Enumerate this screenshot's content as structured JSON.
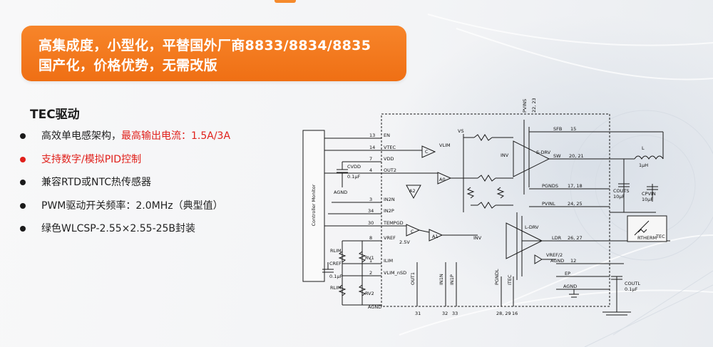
{
  "banner": {
    "line1": "高集成度，小型化，平替国外厂商8833/8834/8835",
    "line2": "国产化，价格优势，无需改版"
  },
  "section": {
    "title": "TEC驱动"
  },
  "bullets": [
    {
      "text": "高效单电感架构，",
      "highlight": "最高输出电流：1.5A/3A"
    },
    {
      "text": "支持数字/模拟PID控制"
    },
    {
      "text": "兼容RTD或NTC热传感器"
    },
    {
      "text": "PWM驱动开关频率：2.0MHz（典型值）"
    },
    {
      "text": "绿色WLCSP-2.55×2.55-25B封装"
    }
  ],
  "colors": {
    "accent": "#f07319",
    "highlight": "#e0201b"
  },
  "schematic": {
    "controller_label": "Controller Monitor",
    "left_pins": [
      {
        "num": "13",
        "name": "EN"
      },
      {
        "num": "14",
        "name": "VTEC"
      },
      {
        "num": "7",
        "name": "VDD"
      },
      {
        "num": "4",
        "name": "OUT2"
      },
      {
        "num": "3",
        "name": "IN2N"
      },
      {
        "num": "34",
        "name": "IN2P"
      },
      {
        "num": "30",
        "name": "TEMPGD"
      },
      {
        "num": "8",
        "name": "VREF"
      },
      {
        "num": "1",
        "name": "ILIM"
      },
      {
        "num": "2",
        "name": "VLIM_nSD"
      }
    ],
    "bottom_pins": [
      {
        "num": "31",
        "name": "OUT1"
      },
      {
        "num": "32",
        "name": "IN1N"
      },
      {
        "num": "33",
        "name": "IN1P"
      },
      {
        "num": "28, 29",
        "name": "PGNDL"
      },
      {
        "num": "16",
        "name": "ITEC"
      }
    ],
    "right_pins": [
      {
        "num": "15",
        "name": "SFB"
      },
      {
        "num": "20, 21",
        "name": "SW"
      },
      {
        "num": "17, 18",
        "name": "PGNDS"
      },
      {
        "num": "24, 25",
        "name": "PVINL"
      },
      {
        "num": "26, 27",
        "name": "LDR"
      },
      {
        "num": "12",
        "name": "AGND"
      },
      {
        "num": "",
        "name": "EP"
      },
      {
        "num": "",
        "name": "AGND"
      }
    ],
    "top_pins": {
      "num": "22, 23",
      "name": "PVINS"
    },
    "labels": {
      "vs": "VS",
      "vlim": "VLIM",
      "vref_val": "2.5V",
      "vref_half": "VREF/2",
      "s_drv": "S-DRV",
      "l_drv": "L-DRV",
      "inv1": "INV",
      "inv2": "INV",
      "amp_c1": "C",
      "amp_c2": "C",
      "amp_a0": "A0",
      "amp_a1": "A1",
      "amp_a2": "A2",
      "agnd_left": "AGND",
      "agnd_bottom": "AGND",
      "cvdd": "CVDD",
      "cvdd_val": "0.1µF",
      "cref": "CREF",
      "cref_val": "0.1µF",
      "rlim": "RLIM",
      "rv1": "RV1",
      "r_lower": "RLIM",
      "rv2": "RV2",
      "inductor": "L",
      "inductor_val": "1µH",
      "couts": "COUTS",
      "couts_val": "10µF",
      "cpvin": "CPVIN",
      "cpvin_val": "10µF",
      "coutl": "COUTL",
      "coutl_val": "0.1µF",
      "rtherm": "RTHERM",
      "tec": "TEC"
    }
  }
}
